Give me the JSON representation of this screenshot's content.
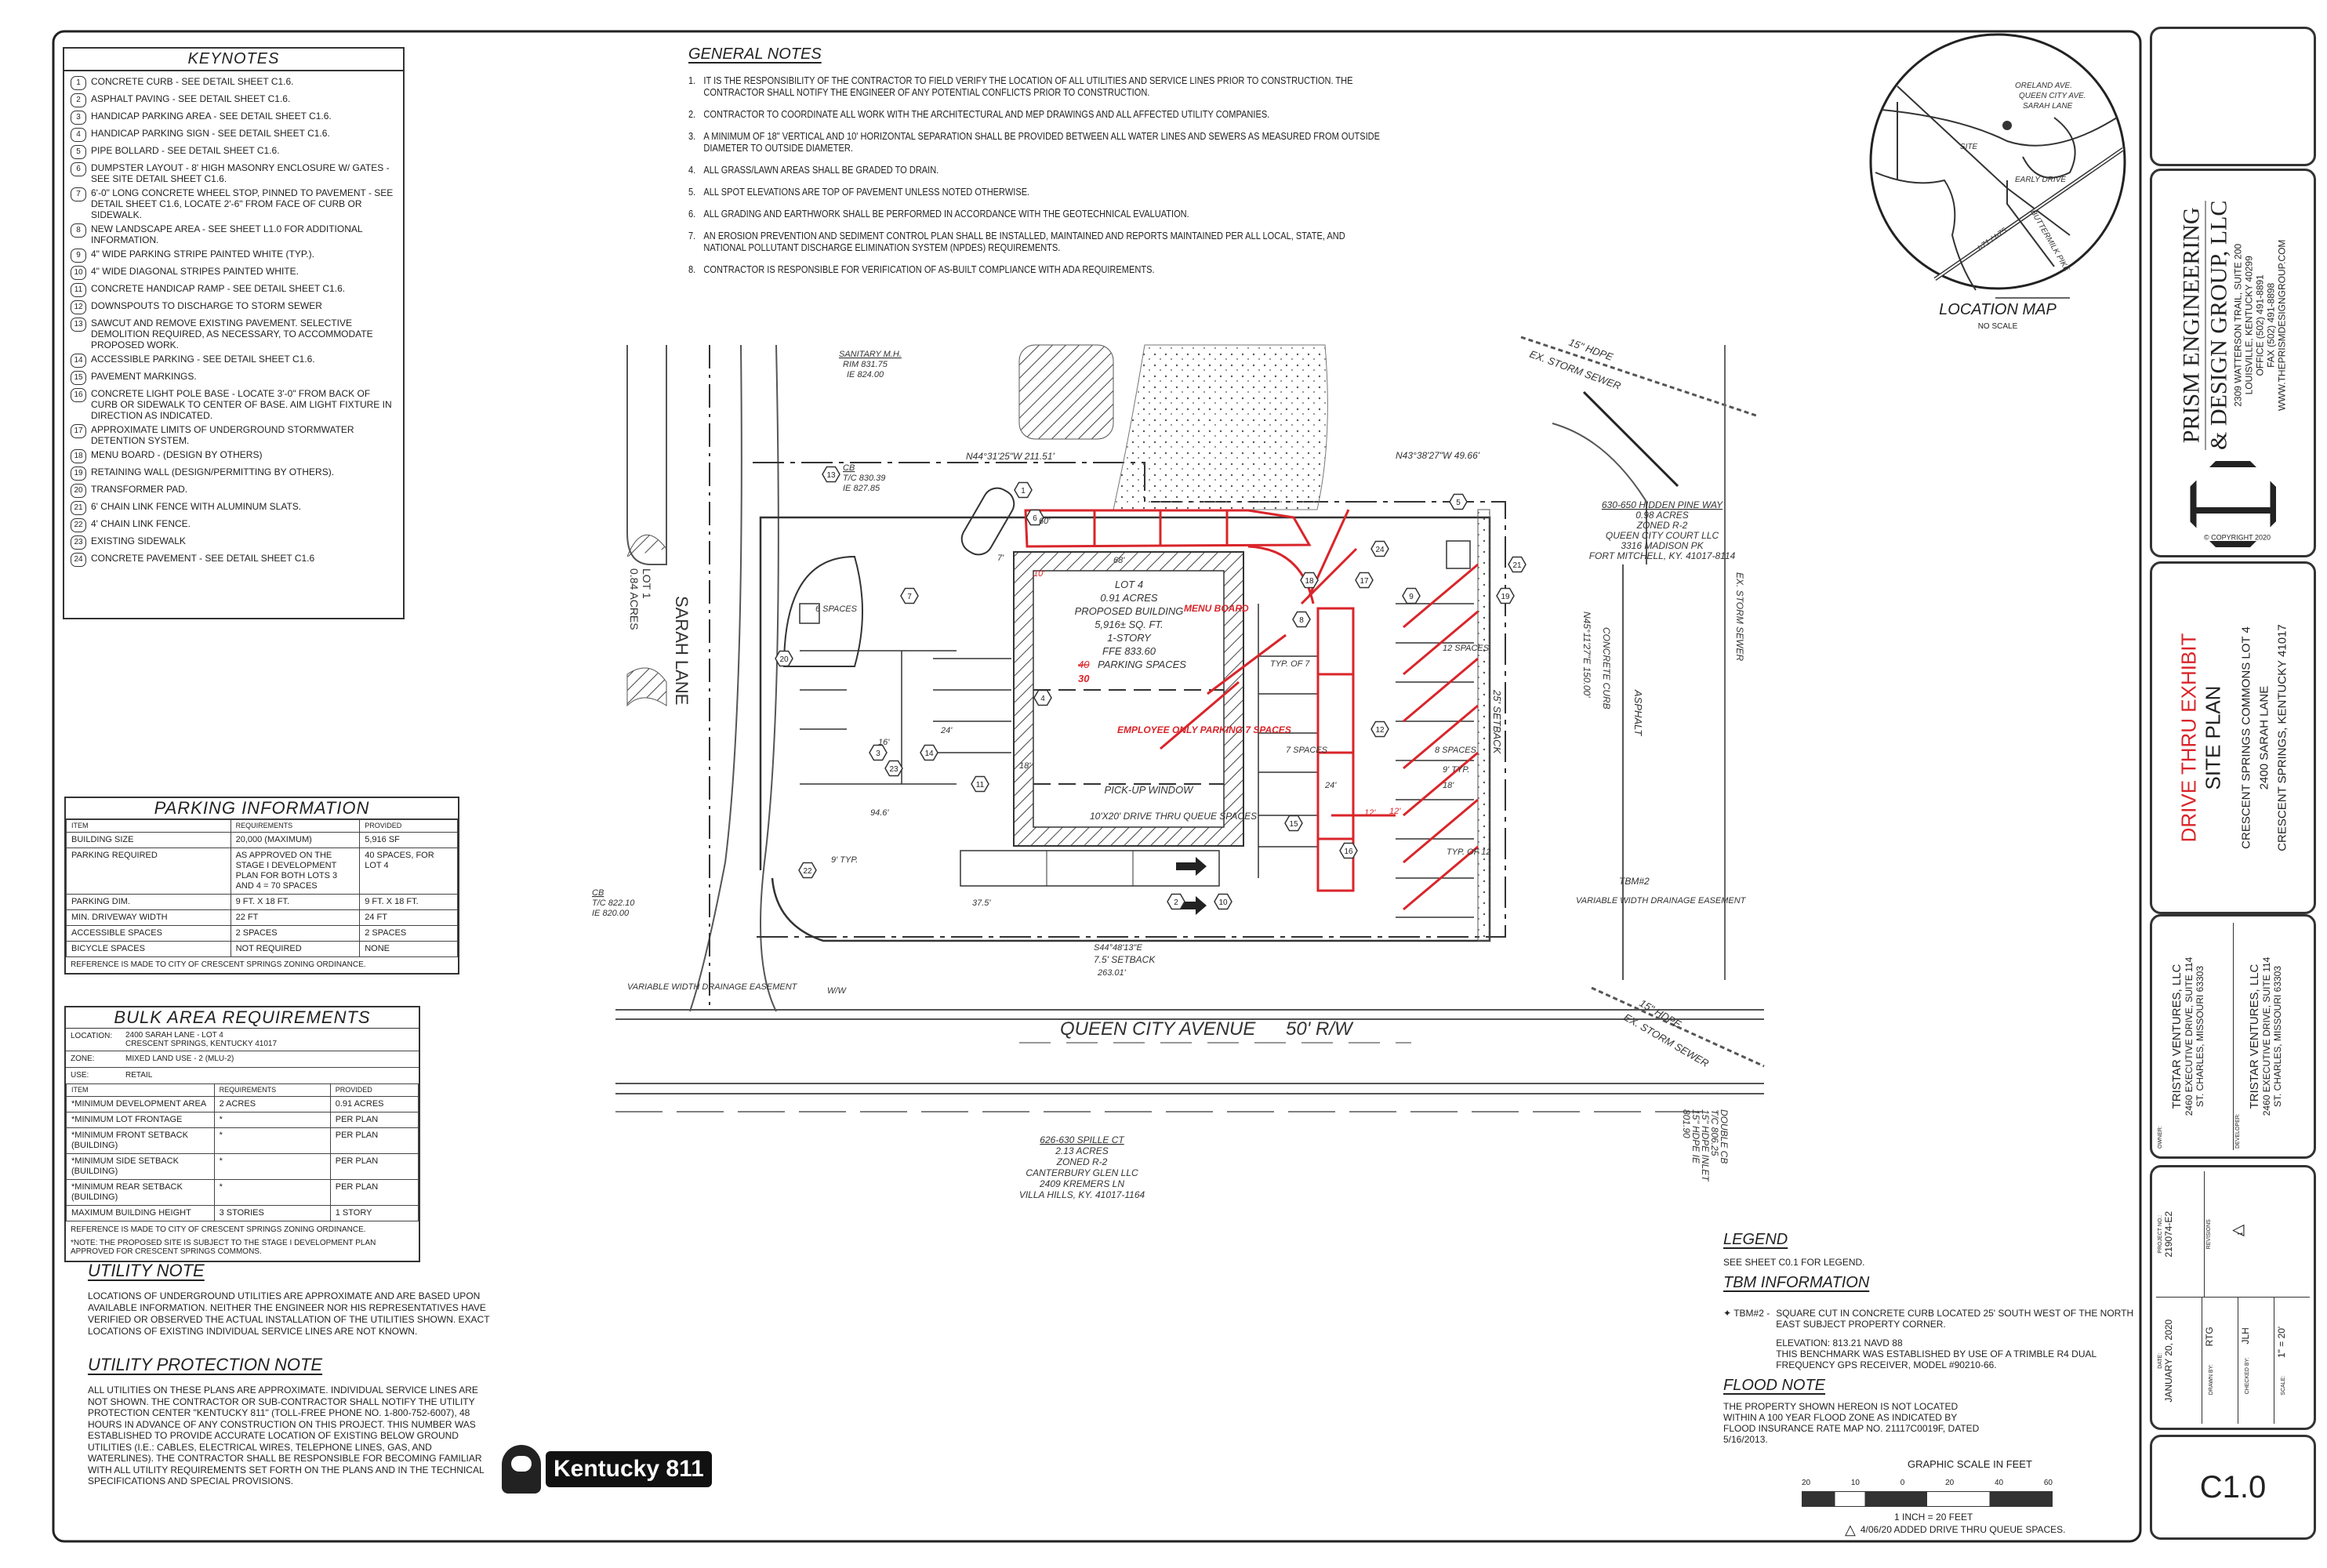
{
  "keynotes": {
    "title": "KEYNOTES",
    "items": [
      {
        "n": "1",
        "text": "CONCRETE CURB - SEE DETAIL SHEET C1.6."
      },
      {
        "n": "2",
        "text": "ASPHALT PAVING - SEE DETAIL SHEET C1.6."
      },
      {
        "n": "3",
        "text": "HANDICAP PARKING AREA - SEE DETAIL SHEET C1.6."
      },
      {
        "n": "4",
        "text": "HANDICAP PARKING SIGN - SEE DETAIL SHEET C1.6."
      },
      {
        "n": "5",
        "text": "PIPE BOLLARD - SEE DETAIL SHEET C1.6."
      },
      {
        "n": "6",
        "text": "DUMPSTER LAYOUT - 8' HIGH MASONRY ENCLOSURE W/ GATES - SEE SITE DETAIL SHEET C1.6."
      },
      {
        "n": "7",
        "text": "6'-0\" LONG CONCRETE WHEEL STOP, PINNED TO PAVEMENT - SEE DETAIL SHEET C1.6, LOCATE 2'-6\" FROM FACE OF CURB OR SIDEWALK."
      },
      {
        "n": "8",
        "text": "NEW LANDSCAPE AREA - SEE SHEET L1.0 FOR ADDITIONAL INFORMATION."
      },
      {
        "n": "9",
        "text": "4\" WIDE PARKING STRIPE PAINTED WHITE (TYP.)."
      },
      {
        "n": "10",
        "text": "4\" WIDE DIAGONAL STRIPES PAINTED WHITE."
      },
      {
        "n": "11",
        "text": "CONCRETE HANDICAP RAMP - SEE DETAIL SHEET C1.6."
      },
      {
        "n": "12",
        "text": "DOWNSPOUTS TO DISCHARGE TO STORM SEWER"
      },
      {
        "n": "13",
        "text": "SAWCUT AND REMOVE EXISTING PAVEMENT. SELECTIVE DEMOLITION REQUIRED, AS NECESSARY, TO ACCOMMODATE PROPOSED WORK."
      },
      {
        "n": "14",
        "text": "ACCESSIBLE PARKING - SEE DETAIL SHEET C1.6."
      },
      {
        "n": "15",
        "text": "PAVEMENT MARKINGS."
      },
      {
        "n": "16",
        "text": "CONCRETE LIGHT POLE BASE - LOCATE 3'-0\" FROM BACK OF CURB OR SIDEWALK TO CENTER OF BASE. AIM LIGHT FIXTURE IN DIRECTION AS INDICATED."
      },
      {
        "n": "17",
        "text": "APPROXIMATE LIMITS OF UNDERGROUND STORMWATER DETENTION SYSTEM."
      },
      {
        "n": "18",
        "text": "MENU BOARD - (DESIGN BY OTHERS)"
      },
      {
        "n": "19",
        "text": "RETAINING WALL (DESIGN/PERMITTING BY OTHERS)."
      },
      {
        "n": "20",
        "text": "TRANSFORMER PAD."
      },
      {
        "n": "21",
        "text": "6' CHAIN LINK FENCE WITH ALUMINUM SLATS."
      },
      {
        "n": "22",
        "text": "4' CHAIN LINK FENCE."
      },
      {
        "n": "23",
        "text": "EXISTING SIDEWALK"
      },
      {
        "n": "24",
        "text": "CONCRETE PAVEMENT - SEE DETAIL SHEET C1.6"
      }
    ]
  },
  "general_notes": {
    "title": "GENERAL NOTES",
    "items": [
      {
        "n": "1.",
        "text": "IT IS THE RESPONSIBILITY OF THE CONTRACTOR TO FIELD VERIFY THE LOCATION OF ALL UTILITIES AND SERVICE LINES PRIOR TO CONSTRUCTION. THE CONTRACTOR SHALL NOTIFY THE ENGINEER OF ANY POTENTIAL CONFLICTS PRIOR TO CONSTRUCTION."
      },
      {
        "n": "2.",
        "text": "CONTRACTOR TO COORDINATE ALL WORK WITH THE ARCHITECTURAL AND MEP DRAWINGS AND ALL AFFECTED UTILITY COMPANIES."
      },
      {
        "n": "3.",
        "text": "A MINIMUM OF 18\" VERTICAL AND 10' HORIZONTAL SEPARATION SHALL BE PROVIDED BETWEEN ALL WATER LINES AND SEWERS AS MEASURED FROM OUTSIDE DIAMETER TO OUTSIDE DIAMETER."
      },
      {
        "n": "4.",
        "text": "ALL GRASS/LAWN AREAS SHALL BE GRADED TO DRAIN."
      },
      {
        "n": "5.",
        "text": "ALL SPOT ELEVATIONS ARE TOP OF PAVEMENT UNLESS NOTED OTHERWISE."
      },
      {
        "n": "6.",
        "text": "ALL GRADING AND EARTHWORK SHALL BE PERFORMED IN ACCORDANCE WITH THE GEOTECHNICAL EVALUATION."
      },
      {
        "n": "7.",
        "text": "AN EROSION PREVENTION AND SEDIMENT CONTROL PLAN SHALL BE INSTALLED, MAINTAINED AND REPORTS MAINTAINED PER ALL LOCAL, STATE, AND NATIONAL POLLUTANT DISCHARGE ELIMINATION SYSTEM (NPDES) REQUIREMENTS."
      },
      {
        "n": "8.",
        "text": "CONTRACTOR IS RESPONSIBLE FOR VERIFICATION OF AS-BUILT COMPLIANCE WITH ADA REQUIREMENTS."
      }
    ]
  },
  "parking": {
    "title": "PARKING INFORMATION",
    "headers": [
      "ITEM",
      "REQUIREMENTS",
      "PROVIDED"
    ],
    "rows": [
      [
        "BUILDING SIZE",
        "20,000 (MAXIMUM)",
        "5,916 SF"
      ],
      [
        "PARKING REQUIRED",
        "AS APPROVED ON THE STAGE I DEVELOPMENT PLAN FOR BOTH LOTS 3 AND 4 = 70 SPACES",
        "40 SPACES, FOR LOT 4"
      ],
      [
        "PARKING DIM.",
        "9 FT. X 18 FT.",
        "9 FT. X 18 FT."
      ],
      [
        "MIN. DRIVEWAY WIDTH",
        "22 FT",
        "24 FT"
      ],
      [
        "ACCESSIBLE SPACES",
        "2 SPACES",
        "2 SPACES"
      ],
      [
        "BICYCLE SPACES",
        "NOT REQUIRED",
        "NONE"
      ]
    ],
    "footer": "REFERENCE IS MADE TO CITY OF CRESCENT SPRINGS ZONING ORDINANCE."
  },
  "bulk": {
    "title": "BULK AREA REQUIREMENTS",
    "location_label": "LOCATION:",
    "location_1": "2400 SARAH LANE - LOT 4",
    "location_2": "CRESCENT SPRINGS, KENTUCKY 41017",
    "zone_label": "ZONE:",
    "zone": "MIXED LAND USE - 2 (MLU-2)",
    "use_label": "USE:",
    "use": "RETAIL",
    "headers": [
      "ITEM",
      "REQUIREMENTS",
      "PROVIDED"
    ],
    "rows": [
      [
        "*MINIMUM DEVELOPMENT AREA",
        "2 ACRES",
        "0.91 ACRES"
      ],
      [
        "*MINIMUM LOT FRONTAGE",
        "*",
        "PER PLAN"
      ],
      [
        "*MINIMUM FRONT SETBACK (BUILDING)",
        "*",
        "PER PLAN"
      ],
      [
        "*MINIMUM SIDE SETBACK (BUILDING)",
        "*",
        "PER PLAN"
      ],
      [
        "*MINIMUM REAR SETBACK (BUILDING)",
        "*",
        "PER PLAN"
      ],
      [
        "MAXIMUM BUILDING HEIGHT",
        "3 STORIES",
        "1 STORY"
      ]
    ],
    "footer": "REFERENCE IS MADE TO CITY OF CRESCENT SPRINGS ZONING ORDINANCE.",
    "note": "*NOTE: THE PROPOSED SITE IS SUBJECT TO THE STAGE I DEVELOPMENT PLAN APPROVED FOR CRESCENT SPRINGS COMMONS."
  },
  "utility_note": {
    "title": "UTILITY NOTE",
    "text": "LOCATIONS OF UNDERGROUND UTILITIES ARE APPROXIMATE AND ARE BASED UPON AVAILABLE INFORMATION. NEITHER THE ENGINEER NOR HIS REPRESENTATIVES HAVE VERIFIED OR OBSERVED THE ACTUAL INSTALLATION OF THE UTILITIES SHOWN. EXACT LOCATIONS OF EXISTING INDIVIDUAL SERVICE LINES ARE NOT KNOWN."
  },
  "utility_protection": {
    "title": "UTILITY PROTECTION NOTE",
    "text": "ALL UTILITIES ON THESE PLANS ARE APPROXIMATE. INDIVIDUAL SERVICE LINES ARE NOT SHOWN. THE CONTRACTOR OR SUB-CONTRACTOR SHALL NOTIFY THE UTILITY PROTECTION CENTER \"KENTUCKY 811\" (TOLL-FREE PHONE NO. 1-800-752-6007), 48 HOURS IN ADVANCE OF ANY CONSTRUCTION ON THIS PROJECT. THIS NUMBER WAS ESTABLISHED TO PROVIDE ACCURATE LOCATION OF EXISTING BELOW GROUND UTILITIES (I.E.: CABLES, ELECTRICAL WIRES, TELEPHONE LINES, GAS, AND WATERLINES). THE CONTRACTOR SHALL BE RESPONSIBLE FOR BECOMING FAMILIAR WITH ALL UTILITY REQUIREMENTS SET FORTH ON THE PLANS AND IN THE TECHNICAL SPECIFICATIONS AND SPECIAL PROVISIONS."
  },
  "kentucky811": {
    "logo_text": "Kentucky 811"
  },
  "site_plan": {
    "lot": "LOT 4",
    "acres": "0.91 ACRES",
    "building": "PROPOSED BUILDING",
    "sqft": "5,916± SQ. FT.",
    "stories": "1-STORY",
    "ffe": "FFE 833.60",
    "parking_old": "40",
    "parking_new": "30",
    "parking_label": "PARKING SPACES",
    "menu_board": "MENU BOARD",
    "employee_only": "EMPLOYEE ONLY PARKING 7 SPACES",
    "pickup_window": "PICK-UP WINDOW",
    "queue_spaces": "10'X20' DRIVE THRU QUEUE SPACES",
    "sarah_lane": "SARAH LANE",
    "lot1": "LOT 1",
    "lot1_acres": "0.84 ACRES",
    "queen_city": "QUEEN CITY AVENUE",
    "row": "50' R/W",
    "bearing_north": "N44°31'25\"W 211.51'",
    "bearing_ne": "N43°38'27\"W 49.66'",
    "bearing_east": "N45°11'27\"E 150.00'",
    "bearing_south": "S44°48'13\"E",
    "south_dist": "263.01'",
    "setback_25": "25' SETBACK",
    "setback_75": "7.5' SETBACK",
    "sanitary": "SANITARY M.H.",
    "sanitary_rim": "RIM 831.75",
    "sanitary_ie": "IE 824.00",
    "cb1": "CB",
    "cb1_tc": "T/C 830.39",
    "cb1_ie": "IE 827.85",
    "cb2": "CB",
    "cb2_tc": "T/C 822.10",
    "cb2_ie": "IE 820.00",
    "storm_sewer_n": "EX. STORM SEWER",
    "hdpe_n": "15\" HDPE",
    "storm_sewer_s": "EX. STORM SEWER",
    "hdpe_s": "15\" HDPE",
    "asphalt": "ASPHALT",
    "concrete_curb": "CONCRETE CURB",
    "ex_storm": "EX. STORM SEWER",
    "drainage_easement_e": "VARIABLE WIDTH DRAINAGE EASEMENT",
    "drainage_easement_w": "VARIABLE WIDTH DRAINAGE EASEMENT",
    "tbm": "TBM#2",
    "neighbor_ne": [
      "630-650 HIDDEN PINE WAY",
      "0.98 ACRES",
      "ZONED R-2",
      "QUEEN CITY COURT LLC",
      "3316 MADISON PK",
      "FORT MITCHELL, KY. 41017-8114"
    ],
    "neighbor_s": [
      "626-630 SPILLE CT",
      "2.13 ACRES",
      "ZONED R-2",
      "CANTERBURY GLEN LLC",
      "2409 KREMERS LN",
      "VILLA HILLS, KY. 41017-1164"
    ],
    "culvert": [
      "DOUBLE CB",
      "T/C 806.25",
      "15\" HDPE INLET",
      "15\" HDPE IE",
      "801.90"
    ],
    "dims": [
      "60'",
      "68'",
      "10'",
      "7'",
      "24'",
      "18'",
      "16'",
      "9' TYP.",
      "94.6'",
      "37.5'",
      "12'",
      "12'",
      "24'",
      "18'",
      "9' TYP.",
      "7 SPACES",
      "6 SPACES",
      "8 SPACES",
      "12 SPACES",
      "TYP. OF 7",
      "TYP. OF 12"
    ],
    "callouts": [
      "1",
      "2",
      "3",
      "4",
      "5",
      "6",
      "7",
      "8",
      "9",
      "10",
      "11",
      "12",
      "13",
      "14",
      "15",
      "16",
      "17",
      "18",
      "19",
      "20",
      "21",
      "22",
      "23",
      "24"
    ],
    "ww": "W/W"
  },
  "location_map": {
    "title": "LOCATION MAP",
    "scale": "NO SCALE",
    "labels": [
      "ORELAND AVE.",
      "QUEEN CITY AVE.",
      "SARAH LANE",
      "SITE",
      "EARLY DRIVE",
      "I-71 / I-75",
      "BUTTERMILK PIKE"
    ]
  },
  "legend": {
    "title": "LEGEND",
    "text": "SEE SHEET C0.1 FOR LEGEND."
  },
  "tbm_info": {
    "title": "TBM INFORMATION",
    "id": "TBM#2 -",
    "desc": "SQUARE CUT IN CONCRETE CURB LOCATED 25' SOUTH WEST OF THE NORTH EAST SUBJECT PROPERTY CORNER.",
    "elevation": "ELEVATION: 813.21  NAVD 88",
    "method": "THIS BENCHMARK WAS ESTABLISHED BY USE OF A TRIMBLE R4 DUAL FREQUENCY GPS RECEIVER, MODEL #90210-66."
  },
  "flood_note": {
    "title": "FLOOD NOTE",
    "text": "THE PROPERTY SHOWN HEREON IS NOT LOCATED WITHIN A 100 YEAR FLOOD ZONE AS INDICATED BY FLOOD INSURANCE RATE MAP NO. 21117C0019F, DATED 5/16/2013."
  },
  "scale_bar": {
    "title": "GRAPHIC SCALE IN FEET",
    "ticks": [
      "20",
      "10",
      "0",
      "20",
      "40",
      "60"
    ],
    "ratio": "1 INCH = 20 FEET"
  },
  "revision": {
    "n": "1",
    "text": "4/06/20 ADDED DRIVE THRU QUEUE SPACES."
  },
  "title_block": {
    "firm_1": "PRISM ENGINEERING",
    "firm_2": "& DESIGN GROUP, LLC",
    "addr_1": "2309 WATTERSON TRAIL, SUITE 200",
    "addr_2": "LOUISVILLE, KENTUCKY 40299",
    "office": "OFFICE (502) 491-8891",
    "fax": "FAX (502) 491-8898",
    "web": "WWW.THEPRISMDESIGNGROUP.COM",
    "copyright": "© COPYRIGHT 2020",
    "sheet_type": "DRIVE THRU EXHIBIT",
    "sheet_title": "SITE PLAN",
    "project_1": "CRESCENT SPRINGS COMMONS LOT 4",
    "project_2": "2400 SARAH LANE",
    "project_3": "CRESCENT SPRINGS, KENTUCKY 41017",
    "owner_label": "OWNER:",
    "owner_name": "TRISTAR VENTURES, LLC",
    "owner_addr_1": "2460 EXECUTIVE DRIVE, SUITE 114",
    "owner_addr_2": "ST. CHARLES, MISSOURI 63303",
    "developer_label": "DEVELOPER:",
    "developer_name": "TRISTAR VENTURES, LLC",
    "developer_addr_1": "2460 EXECUTIVE DRIVE, SUITE 114",
    "developer_addr_2": "ST. CHARLES, MISSOURI 63303",
    "project_no_label": "PROJECT NO.:",
    "project_no": "219074-E2",
    "revisions_label": "REVISIONS",
    "revision_mark": "1",
    "date_label": "DATE:",
    "date": "JANUARY 20, 2020",
    "drawn_label": "DRAWN BY:",
    "drawn": "RTG",
    "checked_label": "CHECKED BY:",
    "checked": "JLH",
    "scale_label": "SCALE:",
    "scale": "1\" = 20'",
    "sheet_no": "C1.0"
  },
  "colors": {
    "revision_red": "#d9252a",
    "line": "#333333"
  }
}
